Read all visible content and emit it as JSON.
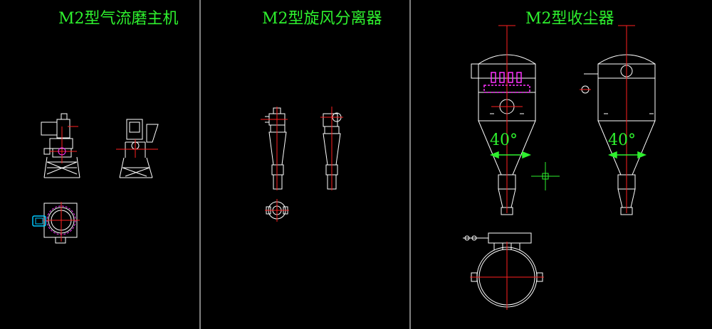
{
  "panels": [
    {
      "title": "M2型气流磨主机"
    },
    {
      "title": "M2型旋风分离器"
    },
    {
      "title": "M2型收尘器"
    }
  ],
  "annotations": {
    "angle_left": "40°",
    "angle_right": "40°"
  },
  "colors": {
    "background": "#000000",
    "outline": "#ffffff",
    "title": "#2ef02e",
    "centerline": "#ff2020",
    "highlight": "#ff33ff",
    "accent": "#00c8ff"
  }
}
